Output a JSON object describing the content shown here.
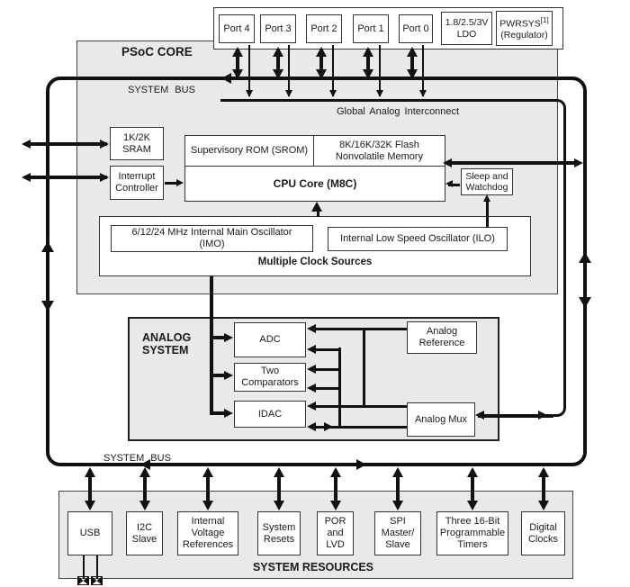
{
  "colors": {
    "line": "#111111",
    "box_border": "#333333",
    "gray_fill": "#e9e9e9",
    "background": "#ffffff"
  },
  "top": {
    "ports": [
      "Port 4",
      "Port 3",
      "Port 2",
      "Port 1",
      "Port 0"
    ],
    "ldo": "1.8/2.5/3V\nLDO",
    "pwrsys": {
      "name": "PWRSYS",
      "sup": "[1]",
      "sub": "(Regulator)"
    }
  },
  "core": {
    "title": "PSoC CORE",
    "bus_top": "SYSTEM BUS",
    "bus_bottom": "SYSTEM BUS",
    "gai": "Global Analog Interconnect",
    "sram": "1K/2K\nSRAM",
    "interrupt": "Interrupt\nController",
    "srom": "Supervisory ROM (SROM)",
    "flash": "8K/16K/32K Flash\nNonvolatile Memory",
    "cpu": "CPU Core (M8C)",
    "sleep": "Sleep and\nWatchdog",
    "imo": "6/12/24 MHz Internal Main Oscillator\n(IMO)",
    "ilo": "Internal Low Speed Oscillator (ILO)",
    "clocks_caption": "Multiple Clock Sources"
  },
  "analog": {
    "title": "ANALOG\nSYSTEM",
    "adc": "ADC",
    "comparators": "Two\nComparators",
    "idac": "IDAC",
    "reference": "Analog\nReference",
    "mux": "Analog Mux"
  },
  "resources": {
    "title": "SYSTEM RESOURCES",
    "items": [
      "USB",
      "I2C\nSlave",
      "Internal\nVoltage\nReferences",
      "System\nResets",
      "POR\nand\nLVD",
      "SPI\nMaster/\nSlave",
      "Three 16-Bit\nProgrammable\nTimers",
      "Digital\nClocks"
    ]
  }
}
